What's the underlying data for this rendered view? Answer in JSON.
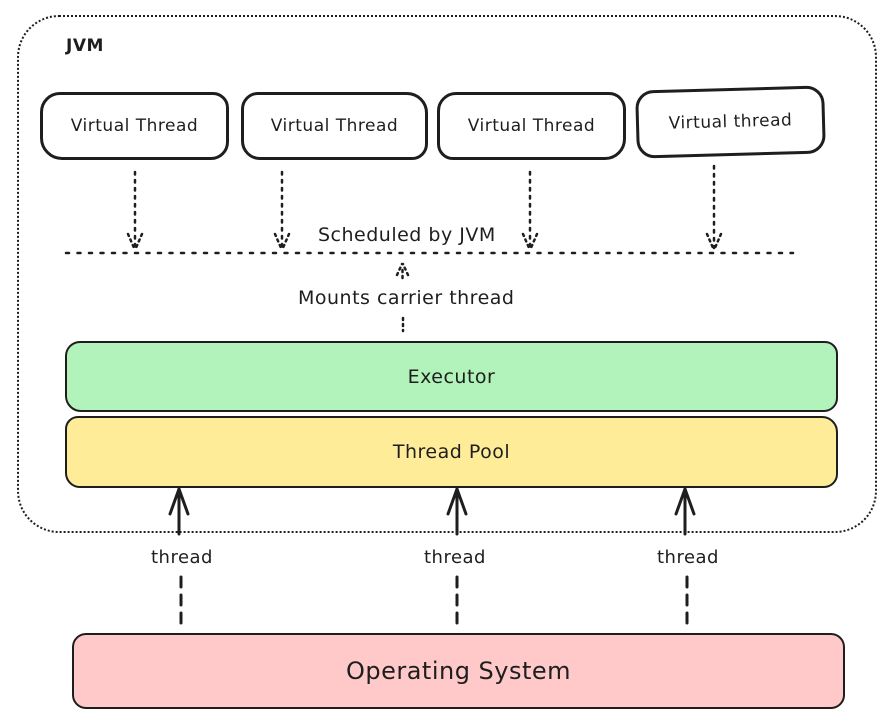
{
  "diagram": {
    "jvm_label": "JVM",
    "virtual_threads": [
      {
        "label": "Virtual Thread"
      },
      {
        "label": "Virtual Thread"
      },
      {
        "label": "Virtual Thread"
      },
      {
        "label": "Virtual thread"
      }
    ],
    "scheduler_line_label": "Scheduled by JVM",
    "mount_label": "Mounts carrier thread",
    "executor_label": "Executor",
    "thread_pool_label": "Thread Pool",
    "thread_labels": [
      "thread",
      "thread",
      "thread"
    ],
    "os_label": "Operating System",
    "colors": {
      "stroke": "#1e1e1e",
      "executor_fill": "#b2f2bb",
      "thread_pool_fill": "#ffec99",
      "os_fill": "#ffc9c9",
      "background": "#ffffff"
    }
  }
}
